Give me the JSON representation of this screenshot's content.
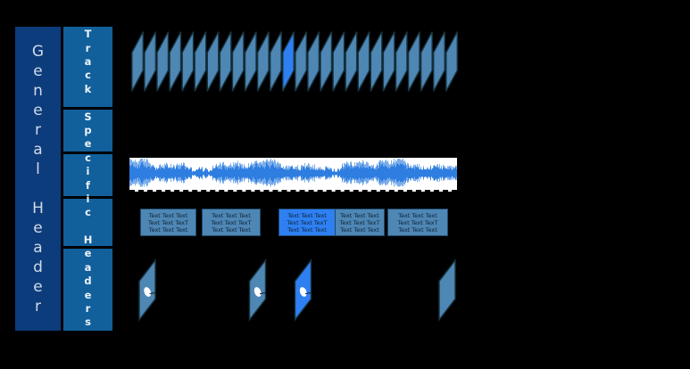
{
  "diagram": {
    "name": "media-container-structure-diagram",
    "background": "#000000"
  },
  "left_panel": {
    "general_header": {
      "label": "General Header",
      "bg": "#0d3c7c",
      "text_color": "#cfdae8"
    },
    "track_specific_headers": {
      "label": "Track Specific Headers",
      "bg": "#11609c",
      "text_color": "#eef3f9",
      "segment_count": 5
    }
  },
  "tracks": {
    "video_frames": {
      "count": 26,
      "highlighted_index": 12,
      "fill": "#4e86b4",
      "highlight_fill": "#2e7ff2",
      "stroke": "#173440"
    },
    "audio_waveform": {
      "bg": "#ffffff",
      "wave_color": "#2e7de0",
      "wave_light_color": "#7aadea",
      "baseline_style": "dashed-black-bottom"
    },
    "subtitle_blocks": {
      "lines": [
        "Text Text Text",
        "Text Text TexT",
        "Text Text Text"
      ],
      "blocks": [
        {
          "highlighted": false
        },
        {
          "highlighted": false
        },
        {
          "highlighted": true
        },
        {
          "highlighted": false
        },
        {
          "highlighted": false
        }
      ],
      "fill": "#4e86b4",
      "highlight_fill": "#2e7ff2",
      "text_color": "#0c2236"
    },
    "hole_cards": {
      "count": 4,
      "highlighted_index": 2,
      "has_hole": [
        true,
        true,
        true,
        false
      ],
      "fill": "#4e86b4",
      "highlight_fill": "#2e7ff2",
      "stroke": "#173440",
      "hole_color": "#ffffff"
    }
  }
}
